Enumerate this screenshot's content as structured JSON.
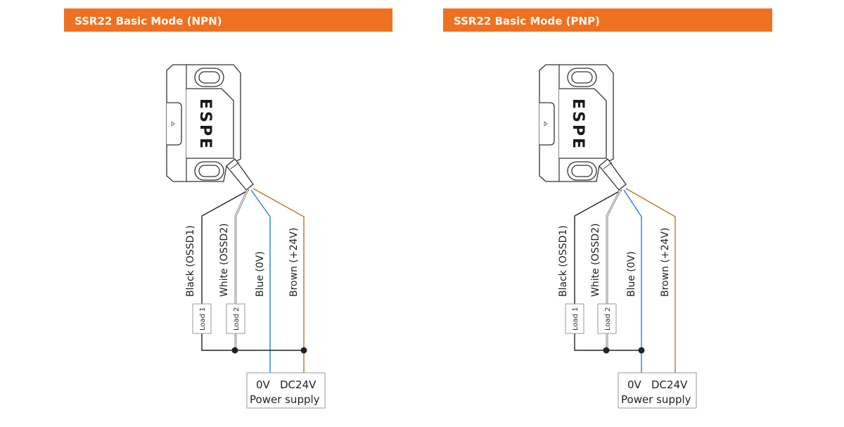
{
  "panels": [
    {
      "title": "SSR22 Basic Mode (NPN)",
      "logo": "ESPE",
      "wires": {
        "black": "Black (OSSD1)",
        "white": "White (OSSD2)",
        "blue": "Blue (0V)",
        "brown": "Brown (+24V)"
      },
      "loads": [
        "Load 1",
        "Load 2"
      ],
      "power": {
        "zero": "0V",
        "dc": "DC24V",
        "label": "Power supply"
      },
      "common_connection": "brown"
    },
    {
      "title": "SSR22 Basic Mode (PNP)",
      "logo": "ESPE",
      "wires": {
        "black": "Black (OSSD1)",
        "white": "White (OSSD2)",
        "blue": "Blue (0V)",
        "brown": "Brown (+24V)"
      },
      "loads": [
        "Load 1",
        "Load 2"
      ],
      "power": {
        "zero": "0V",
        "dc": "DC24V",
        "label": "Power supply"
      },
      "common_connection": "blue"
    }
  ],
  "colors": {
    "header": "#ee7122",
    "black_wire": "#222222",
    "white_wire": "#888888",
    "blue_wire": "#2a7fd0",
    "brown_wire": "#b5782a"
  }
}
